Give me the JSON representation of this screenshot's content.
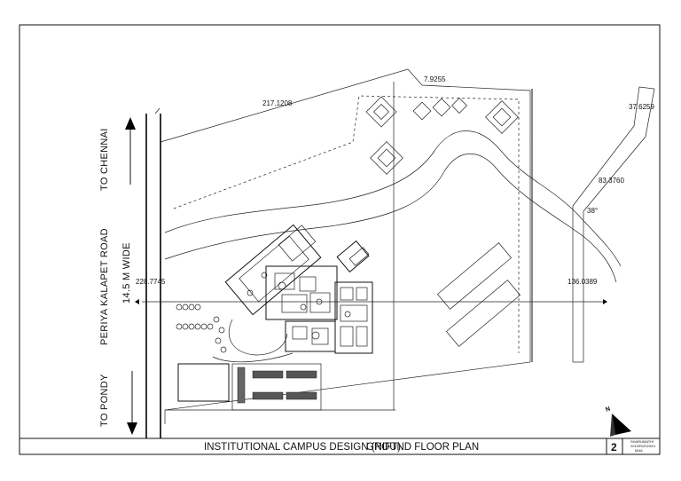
{
  "title_block": {
    "title": "INSTITUTIONAL CAMPUS DESIGN (NIFT)",
    "subtitle": "GROUND FLOOR PLAN",
    "sheet_number": "2",
    "info_lines": [
      "SHARUMATHI",
      "2019/R/2023/21",
      "MAA"
    ]
  },
  "road": {
    "name": "PERIYA KALAPET ROAD",
    "width": "14.5 M WIDE",
    "to_north": "TO CHENNAI",
    "to_south": "TO PONDY"
  },
  "dimensions": {
    "top_boundary": "217.1208",
    "top_short": "7.9255",
    "right_top": "37.6259",
    "right_diagonal": "83.3760",
    "angle": "38°",
    "left_site": "228.7745",
    "right_site": "136.0389"
  },
  "north_arrow": {
    "label": "N"
  }
}
